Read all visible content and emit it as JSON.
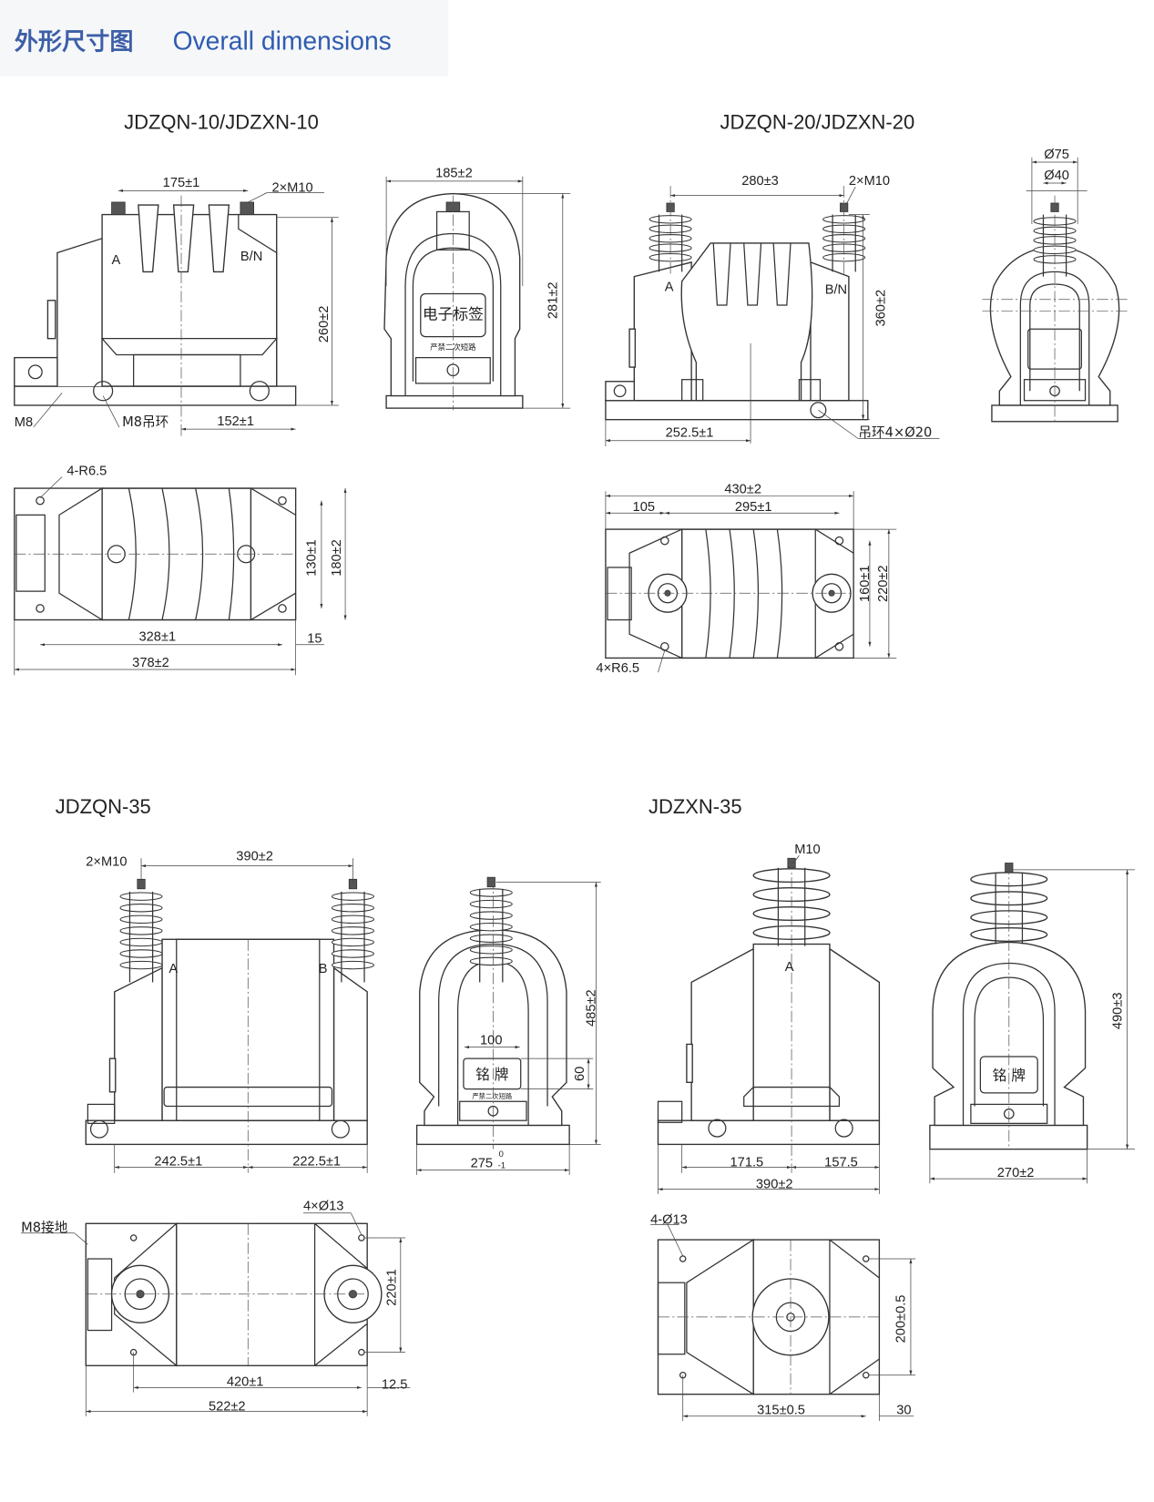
{
  "header": {
    "title_cn": "外形尺寸图",
    "title_en": "Overall dimensions"
  },
  "colors": {
    "header_blue": "#2f5cb0",
    "line": "#333333"
  },
  "jdzqn10": {
    "title": "JDZQN-10/JDZXN-10",
    "front": {
      "pitch": "175±1",
      "terminals": "2×M10",
      "phase_a": "A",
      "phase_b": "B/N",
      "height": "260±2",
      "ground": "M8",
      "lifting": "M8吊环",
      "offset": "152±1"
    },
    "side": {
      "width": "185±2",
      "height": "281±2",
      "label_plate": "电子标签",
      "warning": "严禁二次短路"
    },
    "top": {
      "corner_radius": "4-R6.5",
      "hole_span": "130±1",
      "width": "180±2",
      "hole_pitch": "328±1",
      "edge": "15",
      "length": "378±2"
    }
  },
  "jdzqn20": {
    "title": "JDZQN-20/JDZXN-20",
    "front": {
      "pitch": "280±3",
      "terminals": "2×M10",
      "phase_a": "A",
      "phase_b": "B/N",
      "height": "360±2",
      "offset": "252.5±1",
      "lifting": "吊环4×Ø20"
    },
    "side": {
      "outer_dia": "Ø75",
      "inner_dia": "Ø40"
    },
    "top": {
      "length": "430±2",
      "edge": "105",
      "hole_pitch": "295±1",
      "hole_span": "160±1",
      "width": "220±2",
      "corner_radius": "4×R6.5"
    }
  },
  "jdzqn35": {
    "title": "JDZQN-35",
    "front": {
      "terminals": "2×M10",
      "pitch": "390±2",
      "phase_a": "A",
      "phase_b": "B",
      "left": "242.5±1",
      "right": "222.5±1"
    },
    "side": {
      "height": "485±2",
      "plate_width": "100",
      "plate_label": "铭 牌",
      "plate_height": "60",
      "warning": "严禁二次短路",
      "width": "275",
      "tol_upper": "0",
      "tol_lower": "-1"
    },
    "top": {
      "ground": "M8接地",
      "holes": "4×Ø13",
      "hole_span": "220±1",
      "hole_pitch": "420±1",
      "edge": "12.5",
      "length": "522±2"
    }
  },
  "jdzxn35": {
    "title": "JDZXN-35",
    "front": {
      "terminal": "M10",
      "phase_a": "A",
      "left": "171.5",
      "right": "157.5",
      "length": "390±2"
    },
    "side": {
      "height": "490±3",
      "plate_label": "铭 牌",
      "width": "270±2"
    },
    "top": {
      "holes": "4-Ø13",
      "hole_span": "200±0.5",
      "hole_pitch": "315±0.5",
      "edge": "30"
    }
  }
}
